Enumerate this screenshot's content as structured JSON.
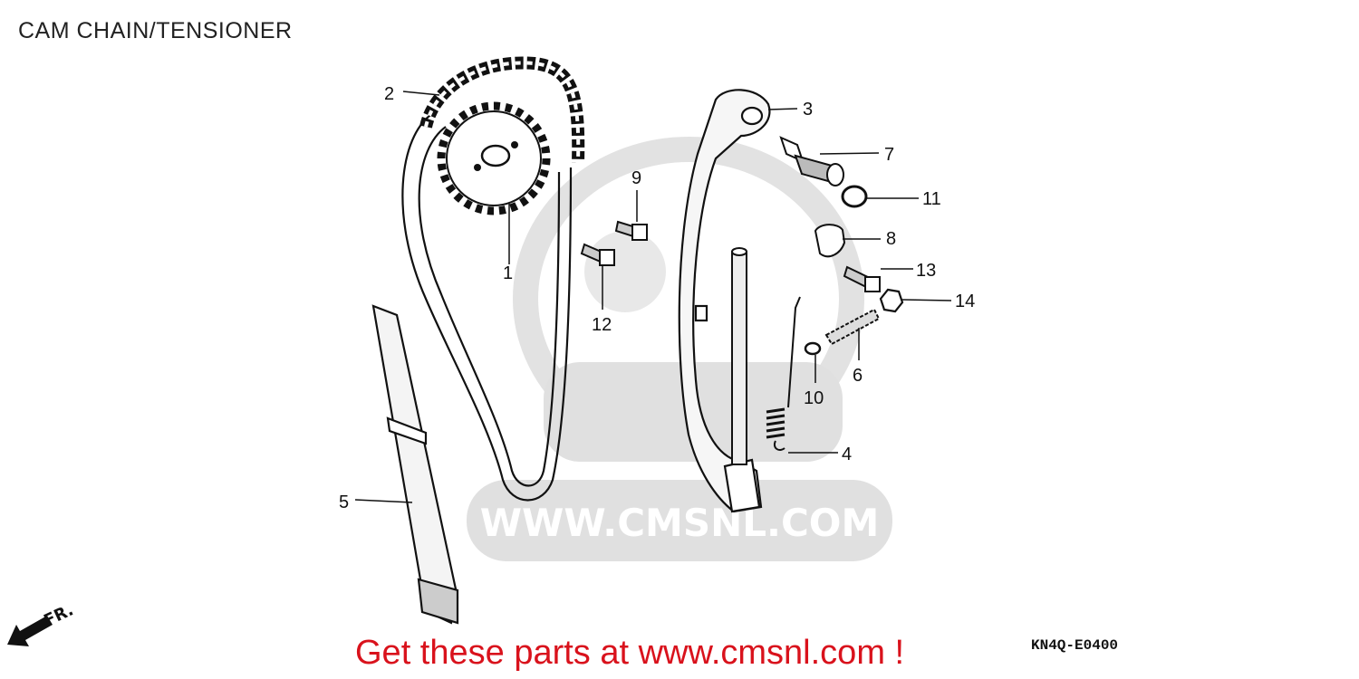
{
  "title": "CAM CHAIN/TENSIONER",
  "watermark": {
    "text": "WWW.CMSNL.COM",
    "color": "#dcdcdc"
  },
  "direction": {
    "label": "FR."
  },
  "callouts": [
    "1",
    "2",
    "3",
    "4",
    "5",
    "6",
    "7",
    "8",
    "9",
    "10",
    "11",
    "12",
    "13",
    "14"
  ],
  "footer": {
    "cta": "Get these parts at www.cmsnl.com !",
    "cta_color": "#d9121c",
    "code": "KN4Q-E0400"
  }
}
